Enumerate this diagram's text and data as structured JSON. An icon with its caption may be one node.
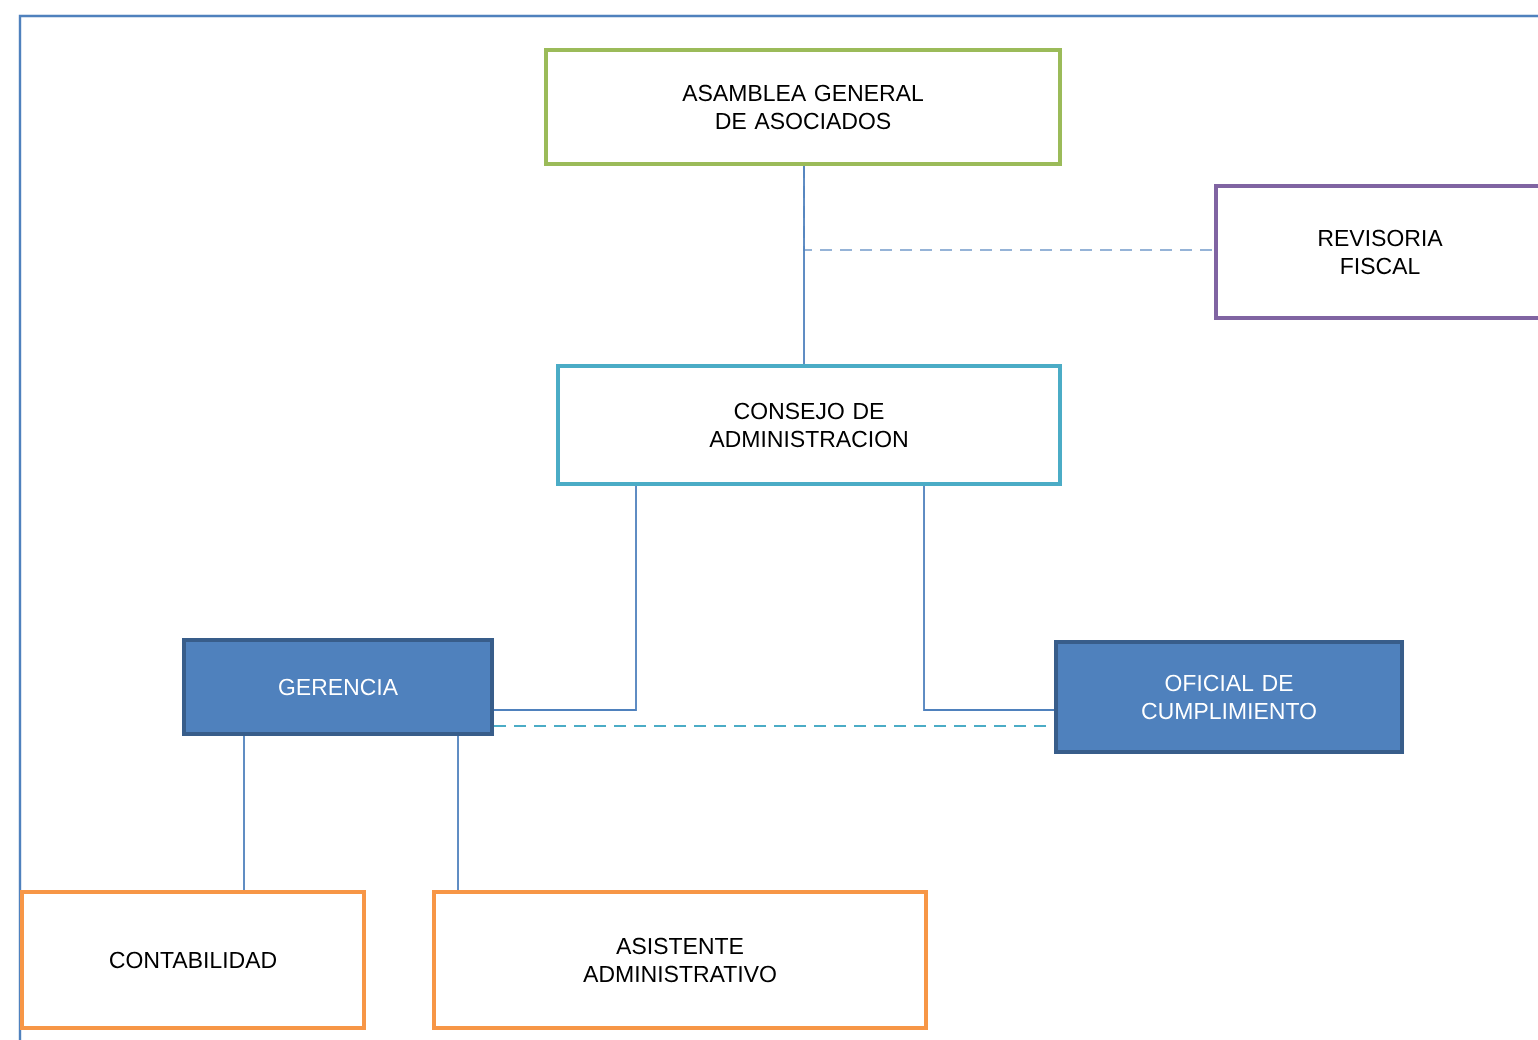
{
  "diagram": {
    "nodes": [
      {
        "text": [
          "ASAMBLEA GENERAL DE ASOCIADOS"
        ]
      },
      {
        "text": [
          "REVISORIA FISCAL"
        ]
      },
      {
        "text": [
          "CONSEJO DE ADMINISTRACION"
        ]
      },
      {
        "text": [
          "GERENCIA"
        ]
      },
      {
        "text": [
          "OFICIAL DE CUMPLIMIENTO"
        ]
      },
      {
        "text": [
          "CONTABILIDAD"
        ]
      },
      {
        "text": [
          "ASISTENTE ADMINISTRATIVO"
        ]
      }
    ],
    "edges": [
      {
        "from": 0,
        "to": 2,
        "arrow": "none"
      },
      {
        "from": 0,
        "to": 1,
        "arrow": "none",
        "style": "dashed",
        "color": "#95b3d7"
      },
      {
        "from": 2,
        "to": 3,
        "arrow": "none"
      },
      {
        "from": 2,
        "to": 4,
        "arrow": "none"
      },
      {
        "from": 3,
        "to": 4,
        "arrow": "none",
        "style": "dashed",
        "color": "#4bacc6"
      },
      {
        "from": 3,
        "to": 5,
        "arrow": "none"
      },
      {
        "from": 3,
        "to": 6,
        "arrow": "none"
      }
    ]
  }
}
